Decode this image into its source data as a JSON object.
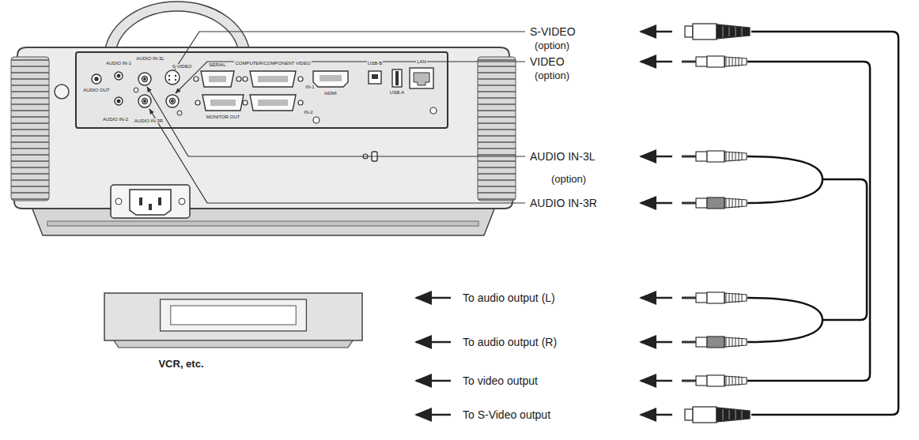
{
  "diagram": {
    "nodes": [
      {
        "text": [
          "VCR, etc."
        ]
      }
    ],
    "labels": [
      "S-VIDEO",
      "(option)",
      "VIDEO",
      "(option)",
      "AUDIO IN-3L",
      "(option)",
      "AUDIO IN-3R",
      "To audio output (L)",
      "To audio output (R)",
      "To video output",
      "To S-Video output",
      "AUDIO OUT",
      "AUDIO IN-1",
      "AUDIO IN-2",
      "AUDIO IN-3L",
      "AUDIO IN-3R",
      "S-VIDEO",
      "SERIAL",
      "COMPUTER/COMPONENT VIDEO",
      "IN-1",
      "IN-2",
      "MONITOR OUT",
      "HDMI",
      "USB-B",
      "USB-A",
      "LAN"
    ]
  }
}
